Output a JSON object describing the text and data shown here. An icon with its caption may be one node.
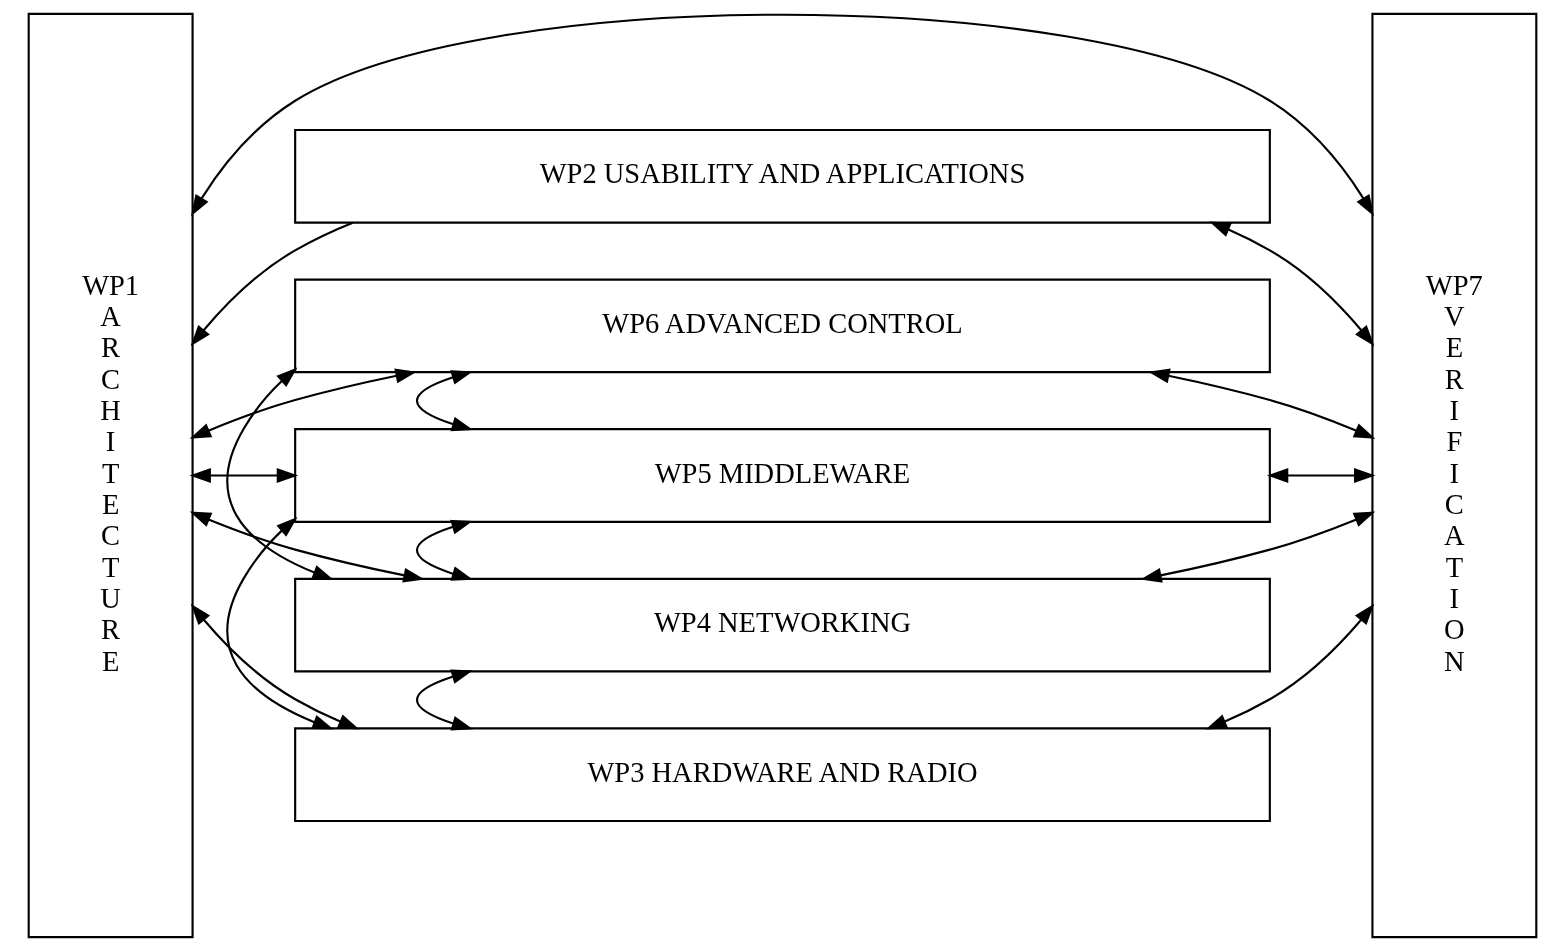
{
  "diagram": {
    "nodes": [
      {
        "text": [
          "WP1 A R C H I T E C T U R E"
        ]
      },
      {
        "text": [
          "WP2 USABILITY AND APPLICATIONS"
        ]
      },
      {
        "text": [
          "WP6 ADVANCED CONTROL"
        ]
      },
      {
        "text": [
          "WP5 MIDDLEWARE"
        ]
      },
      {
        "text": [
          "WP4 NETWORKING"
        ]
      },
      {
        "text": [
          "WP3 HARDWARE AND RADIO"
        ]
      },
      {
        "text": [
          "WP7 V E R I F I C A T I O N"
        ]
      }
    ],
    "edges": [
      {
        "from": 1,
        "to": 0,
        "arrow": "to"
      },
      {
        "from": 1,
        "to": 6,
        "arrow": "both"
      },
      {
        "from": 0,
        "to": 2,
        "arrow": "both"
      },
      {
        "from": 2,
        "to": 6,
        "arrow": "both"
      },
      {
        "from": 2,
        "to": 3,
        "arrow": "both"
      },
      {
        "from": 2,
        "to": 4,
        "arrow": "both"
      },
      {
        "from": 0,
        "to": 3,
        "arrow": "both"
      },
      {
        "from": 3,
        "to": 6,
        "arrow": "both"
      },
      {
        "from": 3,
        "to": 5,
        "arrow": "both"
      },
      {
        "from": 3,
        "to": 4,
        "arrow": "both"
      },
      {
        "from": 0,
        "to": 4,
        "arrow": "both"
      },
      {
        "from": 4,
        "to": 6,
        "arrow": "both"
      },
      {
        "from": 4,
        "to": 5,
        "arrow": "both"
      },
      {
        "from": 0,
        "to": 5,
        "arrow": "both"
      },
      {
        "from": 5,
        "to": 6,
        "arrow": "both"
      },
      {
        "from": 0,
        "to": 6,
        "arrow": "both"
      }
    ]
  }
}
